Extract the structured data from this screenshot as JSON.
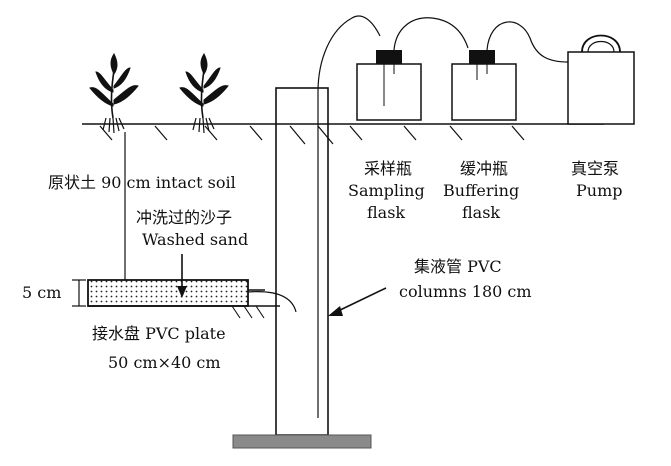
{
  "labels": {
    "intact_soil": "原状土 90 cm intact soil",
    "washed_sand_cn": "冲洗过的沙子",
    "washed_sand_en": "Washed sand",
    "depth_5cm": "5 cm",
    "plate_line1": "接水盘 PVC plate",
    "plate_line2": "50 cm×40 cm",
    "column_line1": "集液管 PVC",
    "column_line2": "columns 180 cm",
    "sampling_cn": "采样瓶",
    "sampling_en1": "Sampling",
    "sampling_en2": "flask",
    "buffering_cn": "缓冲瓶",
    "buffering_en1": "Buffering",
    "buffering_en2": "flask",
    "pump_cn": "真空泵",
    "pump_en": "Pump"
  }
}
